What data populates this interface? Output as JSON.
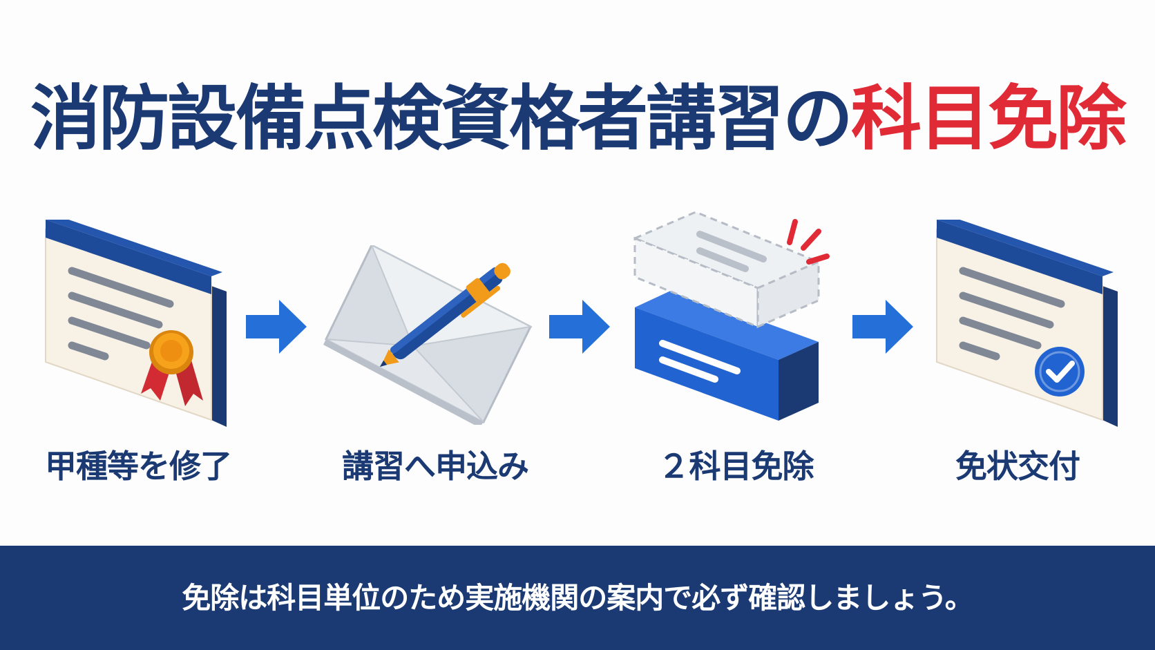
{
  "title": {
    "main": "消防設備点検資格者講習の",
    "accent": "科目免除"
  },
  "steps": [
    {
      "label": "甲種等を修了",
      "icon": "certificate-ribbon-icon"
    },
    {
      "label": "講習へ申込み",
      "icon": "envelope-pen-icon"
    },
    {
      "label": "２科目免除",
      "icon": "exempt-blocks-icon"
    },
    {
      "label": "免状交付",
      "icon": "certificate-check-icon"
    }
  ],
  "footer": {
    "note": "免除は科目単位のため実施機関の案内で必ず確認しましょう。"
  },
  "colors": {
    "navy": "#1b3a73",
    "accent_red": "#e02a35",
    "arrow_blue": "#2470d8",
    "card_cream": "#f7f1e6",
    "badge_orange": "#f29a1a"
  }
}
